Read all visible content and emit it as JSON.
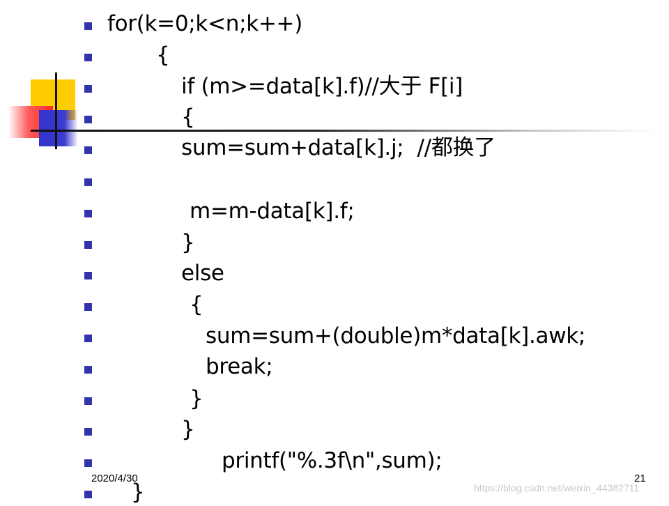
{
  "code_lines": [
    "for(k=0;k<n;k++)",
    "{",
    "if (m>=data[k].f)//大于 F[i]",
    "{",
    "sum=sum+data[k].j;  //都换了",
    "",
    "m=m-data[k].f;",
    "}",
    "else",
    "{",
    "sum=sum+(double)m*data[k].awk;",
    "break;",
    "}",
    "}",
    "printf(\"%.3f\\n\",sum);",
    "}"
  ],
  "footer": {
    "date": "2020/4/30",
    "page_number": "21"
  },
  "watermark": "https://blog.csdn.net/weixin_44382711",
  "colors": {
    "bullet": "#3333aa",
    "accent_yellow": "#ffcc00",
    "accent_red": "#ff3333",
    "accent_blue": "#3333cc"
  }
}
